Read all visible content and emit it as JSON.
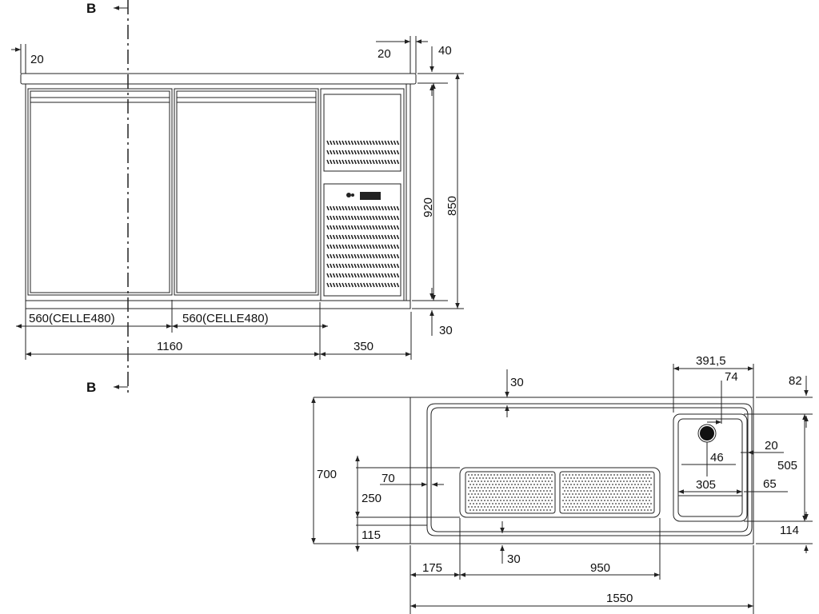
{
  "section": {
    "label_top": "B",
    "label_bottom": "B"
  },
  "front": {
    "dims": {
      "overhang_left": "20",
      "overhang_right": "20",
      "top_thickness": "40",
      "height_inner": "920",
      "height_total": "850",
      "plinth": "30",
      "door1": "560(CELLE480)",
      "door2": "560(CELLE480)",
      "width_cells": "1160",
      "width_unit": "350"
    }
  },
  "plan": {
    "dims": {
      "rim_top": "30",
      "rim_bottom": "30",
      "sink_width": "391,5",
      "sink_offset": "74",
      "sink_top": "82",
      "sink_gap": "20",
      "drain_x": "46",
      "sink_inner": "305",
      "sink_side": "65",
      "sink_depth": "505",
      "sink_bottom": "114",
      "depth": "700",
      "grid_offset": "70",
      "grid_depth": "250",
      "grid_bottom": "115",
      "grid_left": "175",
      "grid_width": "950",
      "total_width": "1550"
    }
  }
}
